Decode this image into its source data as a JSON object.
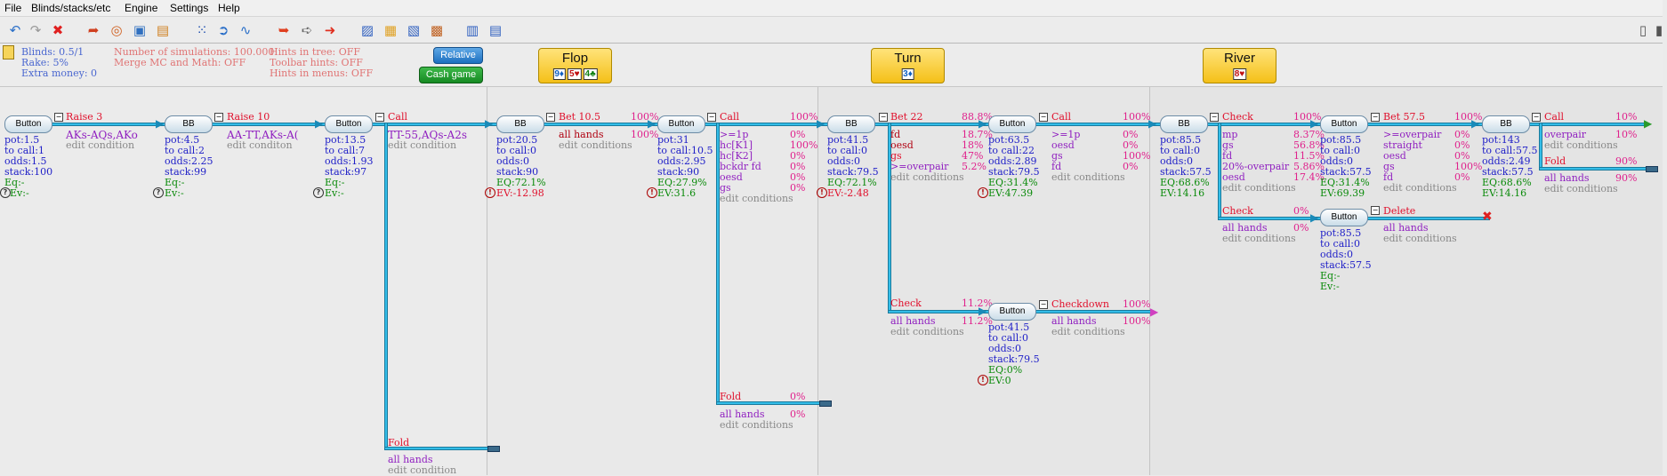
{
  "menu": [
    "File",
    "Blinds/stacks/etc",
    "Engine",
    "Settings",
    "Help"
  ],
  "info": {
    "blinds": "Blinds: 0.5/1",
    "rake": "Rake: 5%",
    "extra": "Extra money: 0",
    "sims": "Number of simulations: 100.000",
    "merge": "Merge MC and Math: OFF",
    "hints_tree": "Hints in tree: OFF",
    "hints_toolbar": "Toolbar hints: OFF",
    "hints_menus": "Hints in menus: OFF",
    "relative_btn": "Relative",
    "cash_btn": "Cash game"
  },
  "streets": {
    "flop": {
      "label": "Flop",
      "cards": [
        "9♦",
        "5♥",
        "4♣"
      ]
    },
    "turn": {
      "label": "Turn",
      "cards": [
        "3♦"
      ]
    },
    "river": {
      "label": "River",
      "cards": [
        "8♥"
      ]
    }
  },
  "tree": {
    "n1": {
      "label": "Button",
      "pot": "pot:1.5",
      "tocall": "to call:1",
      "odds": "odds:1.5",
      "stack": "stack:100",
      "eq": "Eq:-",
      "ev": "Ev:-"
    },
    "a1": {
      "label": "Raise 3",
      "range": "AKs-AQs,AKo",
      "edit": "edit condition"
    },
    "n2": {
      "label": "BB",
      "pot": "pot:4.5",
      "tocall": "to call:2",
      "odds": "odds:2.25",
      "stack": "stack:99",
      "eq": "Eq:-",
      "ev": "Ev:-"
    },
    "a2": {
      "label": "Raise 10",
      "range": "AA-TT,AKs-A(",
      "edit": "edit conditon"
    },
    "n3": {
      "label": "Button",
      "pot": "pot:13.5",
      "tocall": "to call:7",
      "odds": "odds:1.93",
      "stack": "stack:97",
      "eq": "Eq:-",
      "ev": "Ev:-"
    },
    "a3": {
      "label": "Call",
      "range": "TT-55,AQs-A2s",
      "edit": "edit condition"
    },
    "a3f": {
      "label": "Fold",
      "range": "all hands",
      "edit": "edit condition"
    },
    "n4": {
      "label": "BB",
      "pot": "pot:20.5",
      "tocall": "to call:0",
      "odds": "odds:0",
      "stack": "stack:90",
      "eq": "EQ:72.1%",
      "ev": "EV:-12.98"
    },
    "a4": {
      "label": "Bet 10.5",
      "pct": "100%",
      "range": "all hands",
      "rpct": "100%",
      "edit": "edit conditions"
    },
    "n5": {
      "label": "Button",
      "pot": "pot:31",
      "tocall": "to call:10.5",
      "odds": "odds:2.95",
      "stack": "stack:90",
      "eq": "EQ:27.9%",
      "ev": "EV:31.6"
    },
    "a5": {
      "label": "Call",
      "pct": "100%",
      "rows": [
        [
          ">=1p",
          "0%"
        ],
        [
          "hc[K1]",
          "100%"
        ],
        [
          "hc[K2]",
          "0%"
        ],
        [
          "bckdr fd",
          "0%"
        ],
        [
          "oesd",
          "0%"
        ],
        [
          "gs",
          "0%"
        ]
      ],
      "edit": "edit conditions"
    },
    "a5f": {
      "label": "Fold",
      "pct": "0%",
      "range": "all hands",
      "rpct": "0%",
      "edit": "edit conditions"
    },
    "n6": {
      "label": "BB",
      "pot": "pot:41.5",
      "tocall": "to call:0",
      "odds": "odds:0",
      "stack": "stack:79.5",
      "eq": "EQ:72.1%",
      "ev": "EV:-2.48"
    },
    "a6": {
      "label": "Bet 22",
      "pct": "88.8%",
      "rows": [
        [
          "fd",
          "18.7%"
        ],
        [
          "oesd",
          "18%"
        ],
        [
          "gs",
          "47%"
        ],
        [
          ">=overpair",
          "5.2%"
        ]
      ],
      "edit": "edit conditions"
    },
    "a6c": {
      "label": "Check",
      "pct": "11.2%",
      "range": "all hands",
      "rpct": "11.2%",
      "edit": "edit conditions"
    },
    "n7": {
      "label": "Button",
      "pot": "pot:63.5",
      "tocall": "to call:22",
      "odds": "odds:2.89",
      "stack": "stack:79.5",
      "eq": "EQ:31.4%",
      "ev": "EV:47.39"
    },
    "a7": {
      "label": "Call",
      "pct": "100%",
      "rows": [
        [
          ">=1p",
          "0%"
        ],
        [
          "oesd",
          "0%"
        ],
        [
          "gs",
          "100%"
        ],
        [
          "fd",
          "0%"
        ]
      ],
      "edit": "edit conditions"
    },
    "n7b": {
      "label": "Button",
      "pot": "pot:41.5",
      "tocall": "to call:0",
      "odds": "odds:0",
      "stack": "stack:79.5",
      "eq": "EQ:0%",
      "ev": "EV:0"
    },
    "a7b": {
      "label": "Checkdown",
      "pct": "100%",
      "range": "all hands",
      "rpct": "100%",
      "edit": "edit conditions"
    },
    "n8": {
      "label": "BB",
      "pot": "pot:85.5",
      "tocall": "to call:0",
      "odds": "odds:0",
      "stack": "stack:57.5",
      "eq": "EQ:68.6%",
      "ev": "EV:14.16"
    },
    "a8": {
      "label": "Check",
      "pct": "100%",
      "rows": [
        [
          "mp",
          "8.37%"
        ],
        [
          "gs",
          "56.8%"
        ],
        [
          "fd",
          "11.5%"
        ],
        [
          "20%-overpair",
          "5.86%"
        ],
        [
          "oesd",
          "17.4%"
        ]
      ],
      "edit": "edit conditions"
    },
    "a8c": {
      "label": "Check",
      "pct": "0%",
      "range": "all hands",
      "rpct": "0%",
      "edit": "edit conditions"
    },
    "n9": {
      "label": "Button",
      "pot": "pot:85.5",
      "tocall": "to call:0",
      "odds": "odds:0",
      "stack": "stack:57.5",
      "eq": "EQ:31.4%",
      "ev": "EV:69.39"
    },
    "a9": {
      "label": "Bet 57.5",
      "pct": "100%",
      "rows": [
        [
          ">=overpair",
          "0%"
        ],
        [
          "straight",
          "0%"
        ],
        [
          "oesd",
          "0%"
        ],
        [
          "gs",
          "100%"
        ],
        [
          "fd",
          "0%"
        ]
      ],
      "edit": "edit conditions"
    },
    "n9b": {
      "label": "Button",
      "pot": "pot:85.5",
      "tocall": "to call:0",
      "odds": "odds:0",
      "stack": "stack:57.5",
      "eq": "Eq:-",
      "ev": "Ev:-"
    },
    "a9b": {
      "label": "Delete",
      "range": "all hands",
      "edit": "edit conditions"
    },
    "n10": {
      "label": "BB",
      "pot": "pot:143",
      "tocall": "to call:57.5",
      "odds": "odds:2.49",
      "stack": "stack:57.5",
      "eq": "EQ:68.6%",
      "ev": "EV:14.16"
    },
    "a10": {
      "label": "Call",
      "pct": "10%",
      "range": "overpair",
      "rpct": "10%",
      "edit": "edit conditions"
    },
    "a10f": {
      "label": "Fold",
      "pct": "90%",
      "range": "all hands",
      "rpct": "90%",
      "edit": "edit conditions"
    }
  },
  "colors": {
    "line": "#33bde8",
    "action": "#e0102c",
    "pct": "#e0208c",
    "stat": "#2020c8",
    "eq": "#0a8a0a"
  }
}
